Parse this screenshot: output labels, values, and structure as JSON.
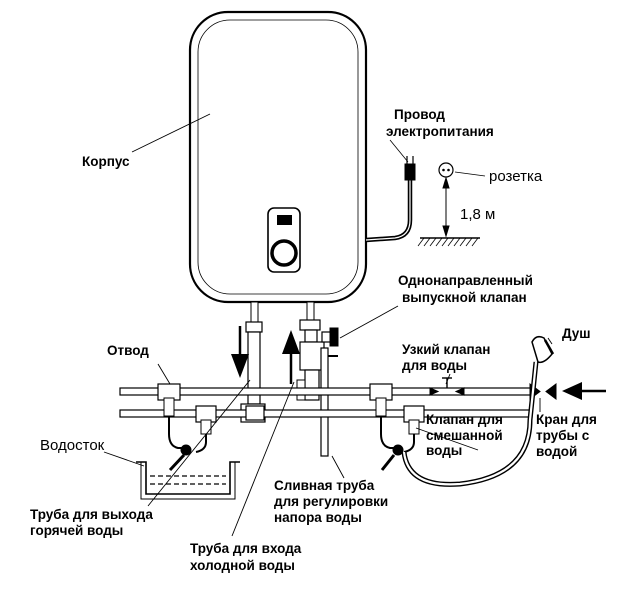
{
  "labels": {
    "body": "Корпус",
    "power_cable": [
      "Провод",
      "электропитания"
    ],
    "socket": "розетка",
    "height": "1,8 м",
    "check_valve": [
      "Однонаправленный",
      "выпускной клапан"
    ],
    "branch": "Отвод",
    "narrow_valve": [
      "Узкий клапан",
      "для воды"
    ],
    "shower": "Душ",
    "drain": "Водосток",
    "mixing_valve": [
      "Клапан для",
      "смешанной",
      "воды"
    ],
    "supply_tap": [
      "Кран для",
      "трубы с",
      "водой"
    ],
    "drain_pipe": [
      "Сливная труба",
      "для регулировки",
      "напора воды"
    ],
    "hot_pipe": [
      "Труба для выхода",
      "горячей воды"
    ],
    "cold_pipe": [
      "Труба для входа",
      "холодной воды"
    ]
  }
}
